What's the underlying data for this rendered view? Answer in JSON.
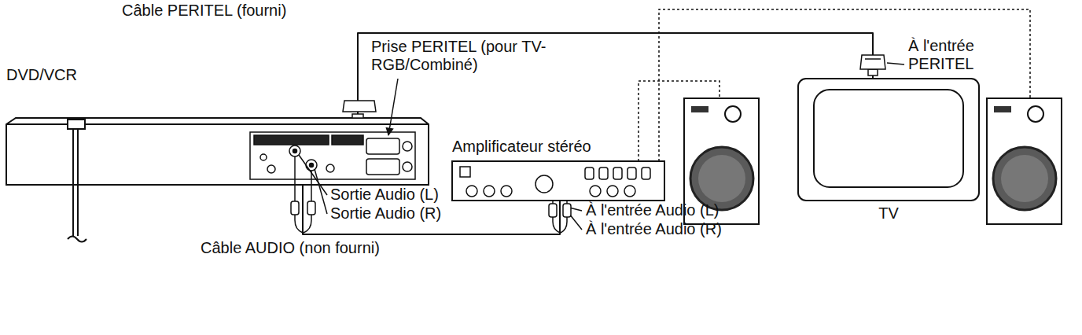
{
  "diagram": {
    "nodes": [
      {
        "text": [
          "DVD/VCR"
        ]
      },
      {
        "text": [
          "Amplificateur stéréo"
        ]
      },
      {
        "text": [
          "TV"
        ]
      }
    ],
    "edges": [
      {
        "from": 0,
        "to": 2,
        "arrow": "none",
        "label": "Câble PERITEL (fourni)"
      },
      {
        "from": 0,
        "to": 1,
        "arrow": "none",
        "label": "Câble AUDIO (non fourni)"
      }
    ],
    "labels": [
      "Prise PERITEL (pour TV-RGB/Combiné)",
      "À l'entrée PERITEL",
      "Sortie Audio (L)",
      "Sortie Audio (R)",
      "À l'entrée Audio (L)",
      "À l'entrée Audio (R)"
    ]
  }
}
